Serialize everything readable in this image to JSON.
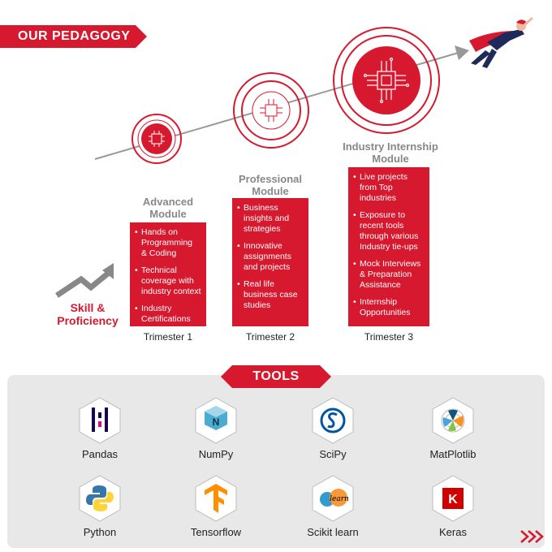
{
  "header": {
    "title": "OUR PEDAGOGY"
  },
  "modules": [
    {
      "title": "Advanced\nModule",
      "bullets": [
        "Hands on\nProgramming\n& Coding",
        "Technical\ncoverage with\nindustry context",
        "Industry\nCertifications"
      ],
      "trimester": "Trimester 1"
    },
    {
      "title": "Professional\nModule",
      "bullets": [
        "Business\ninsights and\nstrategies",
        "Innovative\nassignments\nand projects",
        "Real life\nbusiness case\nstudies"
      ],
      "trimester": "Trimester 2"
    },
    {
      "title": "Industry Internship\nModule",
      "bullets": [
        "Live projects\nfrom Top\nindustries",
        "Exposure to\nrecent tools\nthrough various\nIndustry tie-ups",
        "Mock Interviews\n& Preparation\nAssistance",
        "Internship\nOpportunities"
      ],
      "trimester": "Trimester 3"
    }
  ],
  "skill_label": "Skill &\nProficiency",
  "tools": {
    "title": "TOOLS",
    "items": [
      {
        "name": "Pandas",
        "icon": "pandas-icon"
      },
      {
        "name": "NumPy",
        "icon": "numpy-icon"
      },
      {
        "name": "SciPy",
        "icon": "scipy-icon"
      },
      {
        "name": "MatPlotlib",
        "icon": "matplotlib-icon"
      },
      {
        "name": "Python",
        "icon": "python-icon"
      },
      {
        "name": "Tensorflow",
        "icon": "tensorflow-icon"
      },
      {
        "name": "Scikit learn",
        "icon": "scikit-learn-icon"
      },
      {
        "name": "Keras",
        "icon": "keras-icon"
      }
    ]
  },
  "colors": {
    "accent": "#d7192f",
    "muted": "#888888",
    "panel": "#e8e8e8"
  }
}
